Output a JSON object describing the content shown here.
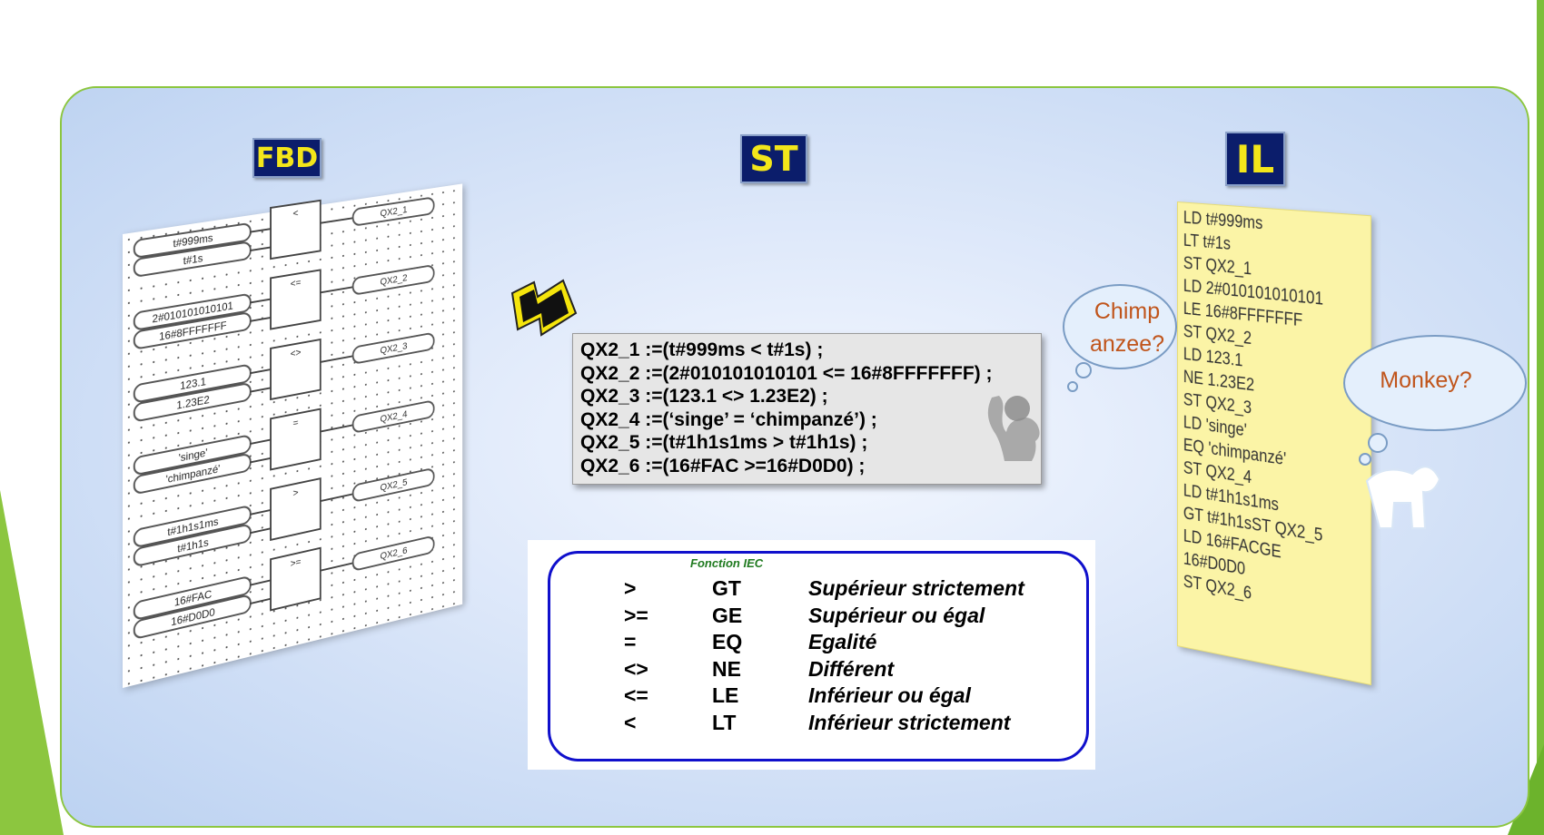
{
  "headers": {
    "fbd": "FBD",
    "st": "ST",
    "il": "IL"
  },
  "fbd": {
    "rungs": [
      {
        "in1": "t#999ms",
        "in2": "t#1s",
        "op": "<",
        "out": "QX2_1"
      },
      {
        "in1": "2#010101010101",
        "in2": "16#8FFFFFFF",
        "op": "<=",
        "out": "QX2_2"
      },
      {
        "in1": "123.1",
        "in2": "1.23E2",
        "op": "<>",
        "out": "QX2_3"
      },
      {
        "in1": "'singe'",
        "in2": "'chimpanzé'",
        "op": "=",
        "out": "QX2_4"
      },
      {
        "in1": "t#1h1s1ms",
        "in2": "t#1h1s",
        "op": ">",
        "out": "QX2_5"
      },
      {
        "in1": "16#FAC",
        "in2": "16#D0D0",
        "op": ">=",
        "out": "QX2_6"
      }
    ]
  },
  "st_lines": [
    "QX2_1 :=(t#999ms < t#1s) ;",
    "QX2_2 :=(2#010101010101 <= 16#8FFFFFFF) ;",
    "QX2_3 :=(123.1 <> 1.23E2) ;",
    "QX2_4 :=(‘singe’ = ‘chimpanzé’) ;",
    "QX2_5 :=(t#1h1s1ms > t#1h1s) ;",
    "QX2_6 :=(16#FAC >=16#D0D0) ;"
  ],
  "iec": {
    "title": "Fonction IEC",
    "rows": [
      {
        "sym": ">",
        "code": "GT",
        "desc": "Supérieur strictement"
      },
      {
        "sym": ">=",
        "code": "GE",
        "desc": "Supérieur ou égal"
      },
      {
        "sym": "=",
        "code": "EQ",
        "desc": "Egalité"
      },
      {
        "sym": "<>",
        "code": "NE",
        "desc": "Différent"
      },
      {
        "sym": "<=",
        "code": "LE",
        "desc": "Inférieur ou égal"
      },
      {
        "sym": "<",
        "code": "LT",
        "desc": "Inférieur strictement"
      }
    ]
  },
  "il_lines": [
    "LD  t#999ms",
    "LT  t#1s",
    "ST  QX2_1",
    "LD 2#010101010101",
    "LE  16#8FFFFFFF",
    "ST   QX2_2",
    "LD   123.1",
    "NE  1.23E2",
    "ST   QX2_3",
    "LD  'singe'",
    "EQ  'chimpanzé'",
    "ST   QX2_4",
    "LD   t#1h1s1ms",
    "GT  t#1h1sST    QX2_5",
    "LD   16#FACGE",
    "16#D0D0",
    "ST   QX2_6"
  ],
  "thoughts": {
    "chimp_line1": "Chimp",
    "chimp_line2": "anzee?",
    "monkey": "Monkey?"
  },
  "colors": {
    "badge_bg": "#0b1d6b",
    "badge_text": "#f3e61a",
    "thought_text": "#c0551c",
    "iec_border": "#1010cc",
    "iec_title": "#1f7a1f",
    "il_paper": "#fbf4a6",
    "accent_green": "#8cc63f"
  },
  "icons": [
    "arrow-icon",
    "monkey-icon",
    "thought-cloud-icon",
    "chimp-silhouette-icon"
  ]
}
